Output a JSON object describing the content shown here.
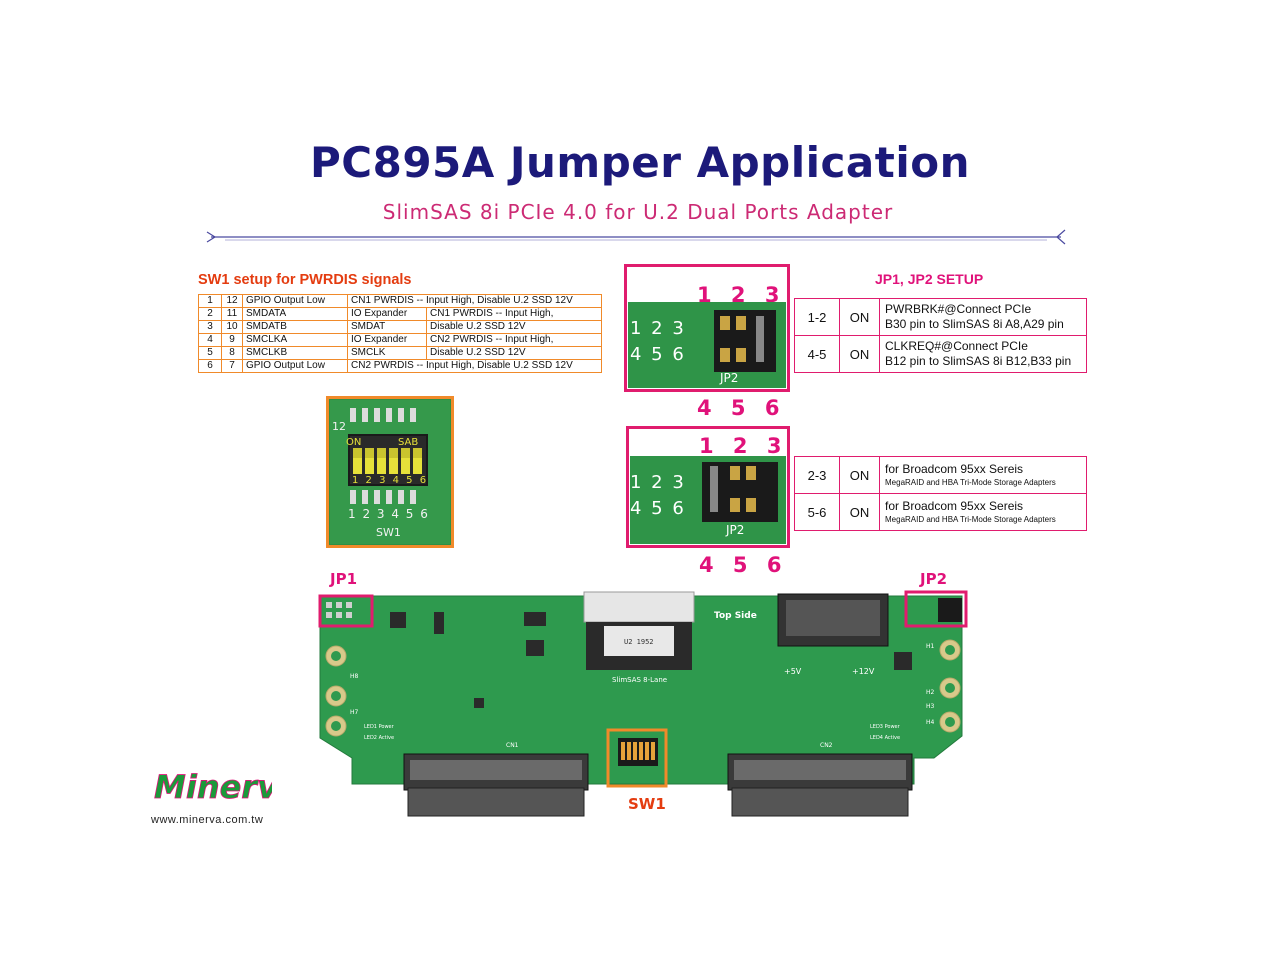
{
  "title": "PC895A Jumper Application",
  "subtitle": "SlimSAS 8i PCIe 4.0 for U.2 Dual Ports Adapter",
  "sw1": {
    "heading": "SW1 setup  for PWRDIS signals",
    "rows": [
      {
        "a": "1",
        "b": "12",
        "signal": "GPIO Output Low",
        "src": "CN1 PWRDIS -- Input High, Disable U.2 SSD 12V",
        "desc": ""
      },
      {
        "a": "2",
        "b": "11",
        "signal": "SMDATA",
        "src": "IO Expander",
        "desc": "CN1 PWRDIS -- Input High,"
      },
      {
        "a": "3",
        "b": "10",
        "signal": "SMDATB",
        "src": "SMDAT",
        "desc": "Disable U.2 SSD 12V"
      },
      {
        "a": "4",
        "b": "9",
        "signal": "SMCLKA",
        "src": "IO Expander",
        "desc": "CN2 PWRDIS -- Input High,"
      },
      {
        "a": "5",
        "b": "8",
        "signal": "SMCLKB",
        "src": "SMCLK",
        "desc": "Disable U.2 SSD 12V"
      },
      {
        "a": "6",
        "b": "7",
        "signal": "GPIO Output Low",
        "src": "CN2 PWRDIS -- Input High, Disable U.2 SSD 12V",
        "desc": ""
      }
    ],
    "photo": {
      "top_num": "12",
      "on": "ON",
      "sab": "SAB",
      "switch_nums": "1 2 3 4 5 6",
      "pcb_nums": "1 2 3 4 5 6",
      "label": "SW1"
    }
  },
  "jp_setup": {
    "title": "JP1, JP2 SETUP",
    "table1": [
      {
        "pins": "1-2",
        "state": "ON",
        "line1": "PWRBRK#@Connect PCIe",
        "line2": "B30 pin to SlimSAS 8i A8,A29 pin"
      },
      {
        "pins": "4-5",
        "state": "ON",
        "line1": "CLKREQ#@Connect PCIe",
        "line2": "B12 pin to SlimSAS 8i B12,B33 pin"
      }
    ],
    "table2": [
      {
        "pins": "2-3",
        "state": "ON",
        "line1": "for Broadcom 95xx Sereis",
        "line2": "MegaRAID and HBA Tri-Mode Storage Adapters"
      },
      {
        "pins": "5-6",
        "state": "ON",
        "line1": "for Broadcom 95xx Sereis",
        "line2": "MegaRAID and HBA Tri-Mode Storage Adapters"
      }
    ],
    "top_pins": "1 2 3",
    "bottom_pins": "4 5 6",
    "photo_top": "1 2 3",
    "photo_bottom": "4 5 6",
    "photo_label": "JP2"
  },
  "board": {
    "jp1_label": "JP1",
    "jp2_label": "JP2",
    "sw1_label": "SW1",
    "top_side": "Top Side",
    "slimsas": "SlimSAS 8-Lane",
    "cn1": "CN1",
    "cn2": "CN2",
    "plus5v": "+5V",
    "plus12v": "+12V",
    "led1": "LED1 Power",
    "led2": "LED2 Active",
    "led3": "LED3 Power",
    "led4": "LED4 Active",
    "h8": "H8",
    "h7": "H7",
    "h1": "H1",
    "h2": "H2",
    "h3": "H3",
    "h4": "H4",
    "chip": "U2 1952"
  },
  "footer": {
    "logo": "Minerva",
    "url": "www.minerva.com.tw"
  },
  "colors": {
    "title": "#1c1a7a",
    "subtitle": "#cc2a74",
    "sw1_border": "#f08a2a",
    "jp_border": "#e01c6e",
    "pcb": "#2e9a4e"
  }
}
